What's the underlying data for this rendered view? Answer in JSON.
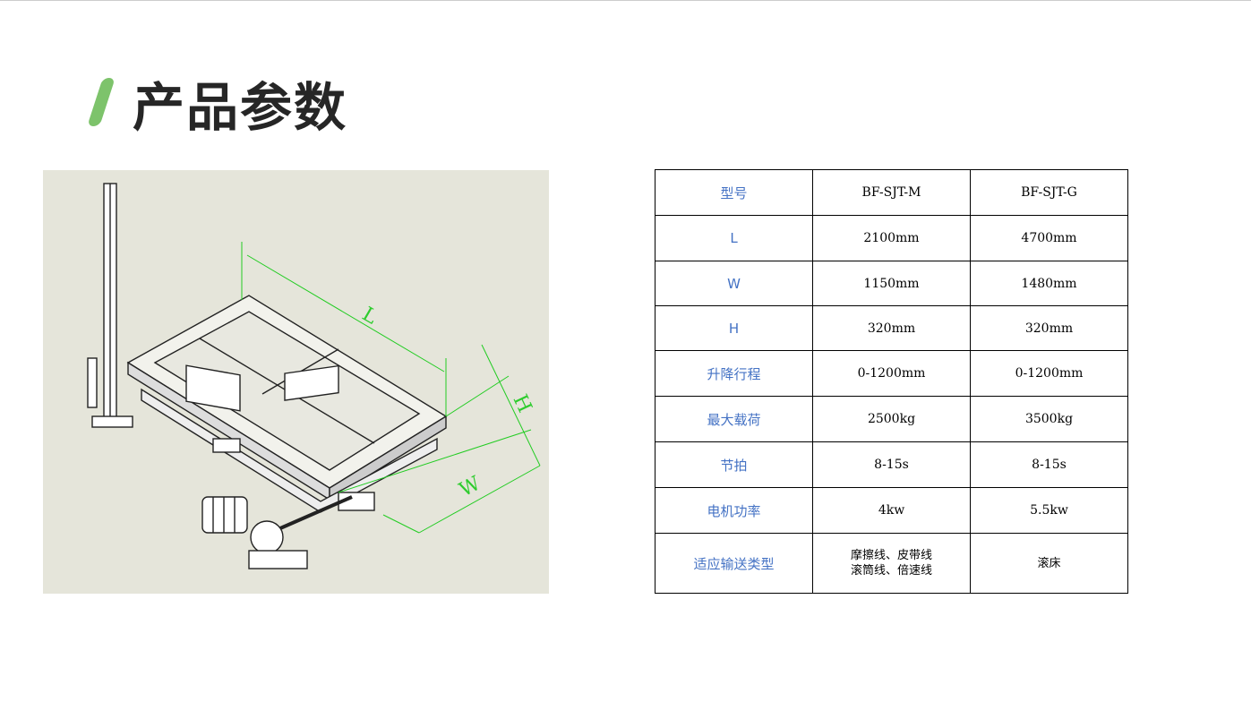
{
  "title": "产品参数",
  "drawing": {
    "dim_labels": {
      "length": "L",
      "height": "H",
      "width": "W"
    }
  },
  "table": {
    "rows": [
      {
        "label": "型号",
        "m": "BF-SJT-M",
        "g": "BF-SJT-G"
      },
      {
        "label": "L",
        "m": "2100mm",
        "g": "4700mm"
      },
      {
        "label": "W",
        "m": "1150mm",
        "g": "1480mm"
      },
      {
        "label": "H",
        "m": "320mm",
        "g": "320mm"
      },
      {
        "label": "升降行程",
        "m": "0-1200mm",
        "g": "0-1200mm"
      },
      {
        "label": "最大载荷",
        "m": "2500kg",
        "g": "3500kg"
      },
      {
        "label": "节拍",
        "m": "8-15s",
        "g": "8-15s"
      },
      {
        "label": "电机功率",
        "m": "4kw",
        "g": "5.5kw"
      },
      {
        "label": "适应输送类型",
        "m": "摩擦线、皮带线",
        "m2": "滚筒线、倍速线",
        "g": "滚床"
      }
    ]
  }
}
